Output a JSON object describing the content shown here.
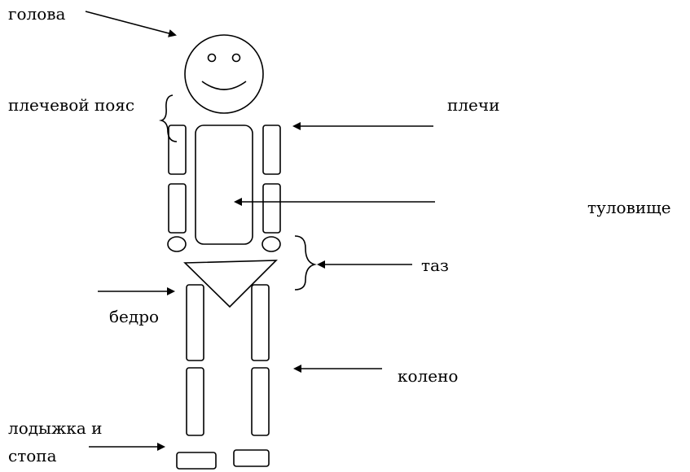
{
  "labels": {
    "head": "голова",
    "shoulder_girdle": "плечевой пояс",
    "shoulders": "плечи",
    "torso": "туловище",
    "pelvis": "таз",
    "thigh": "бедро",
    "knee": "колено",
    "ankle_line1": "лодыжка и",
    "ankle_line2": "стопа"
  },
  "colors": {
    "stroke": "#000000",
    "background": "#ffffff"
  }
}
